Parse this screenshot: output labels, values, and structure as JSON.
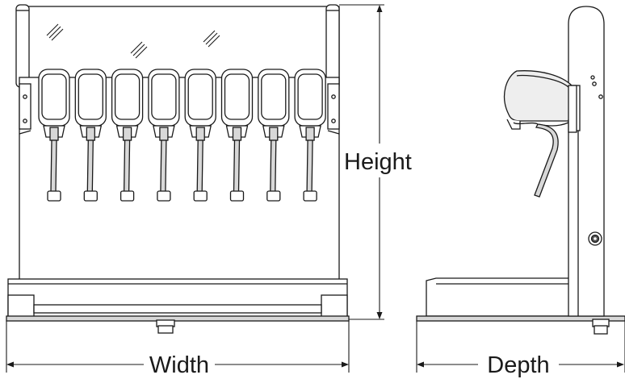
{
  "labels": {
    "height": "Height",
    "width": "Width",
    "depth": "Depth"
  },
  "front_view": {
    "valve_count": 8
  },
  "colors": {
    "line": "#1a1a1a",
    "fill": "#ffffff",
    "shade": "#d8d8d8",
    "panel": "#eeeeee"
  }
}
